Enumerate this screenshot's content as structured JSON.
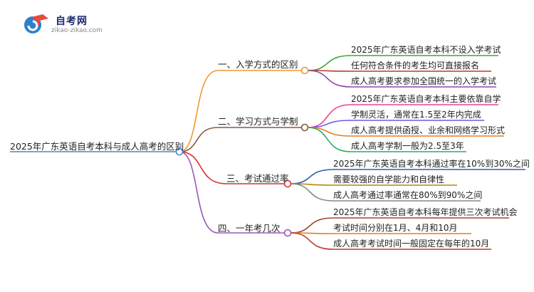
{
  "logo": {
    "name": "自考网",
    "url": "zikao-zikao.com"
  },
  "root": {
    "label": "2025年广东英语自考本科与成人高考的区别",
    "color": "#4a86c8"
  },
  "branches": [
    {
      "label": "一、入学方式的区别",
      "color": "#f0982e",
      "leaves": [
        {
          "text": "2025年广东英语自考本科不设入学考试",
          "color": "#3aa935"
        },
        {
          "text": "任何符合条件的考生均可直接报名",
          "color": "#c0392b"
        },
        {
          "text": "成人高考要求参加全国统一的入学考试",
          "color": "#8e44ad"
        }
      ]
    },
    {
      "label": "二、学习方式与学制",
      "color": "#8b5a3c",
      "leaves": [
        {
          "text": "2025年广东英语自考本科主要依靠自学",
          "color": "#e84393"
        },
        {
          "text": "学制灵活，通常在1.5至2年内完成",
          "color": "#6c5ce7"
        },
        {
          "text": "成人高考提供函授、业余和网络学习形式",
          "color": "#e67e22"
        },
        {
          "text": "成人高考学制一般为2.5至3年",
          "color": "#27ae60"
        }
      ]
    },
    {
      "label": "三、考试通过率",
      "color": "#d63031",
      "leaves": [
        {
          "text": "2025年广东英语自考本科通过率在10%到30%之间",
          "color": "#2c5fa8"
        },
        {
          "text": "需要较强的自学能力和自律性",
          "color": "#b8860b"
        },
        {
          "text": "成人高考通过率通常在80%到90%之间",
          "color": "#7f8c8d"
        }
      ]
    },
    {
      "label": "四、一年考几次",
      "color": "#9b59b6",
      "leaves": [
        {
          "text": "2025年广东英语自考本科每年提供三次考试机会",
          "color": "#a0443a"
        },
        {
          "text": "考试时间分别在1月、4月和10月",
          "color": "#e67e22"
        },
        {
          "text": "成人高考考试时间一般固定在每年的10月",
          "color": "#c0392b"
        }
      ]
    }
  ]
}
